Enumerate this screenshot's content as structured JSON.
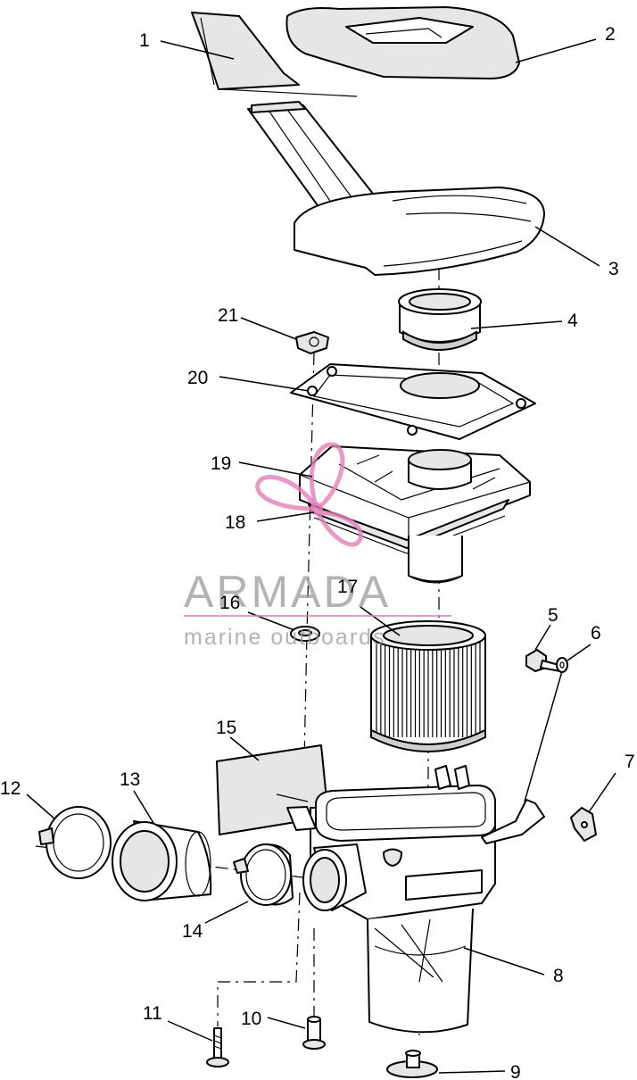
{
  "callouts": [
    "1",
    "2",
    "3",
    "4",
    "5",
    "6",
    "7",
    "8",
    "9",
    "10",
    "11",
    "12",
    "13",
    "14",
    "15",
    "16",
    "17",
    "18",
    "19",
    "20",
    "21"
  ],
  "watermark": {
    "brand": "ARMADA",
    "tagline": "marine outboards"
  },
  "colors": {
    "line_art": "#000000",
    "watermark_text": "#9a9a9a",
    "watermark_logo": "#e27fb6"
  }
}
